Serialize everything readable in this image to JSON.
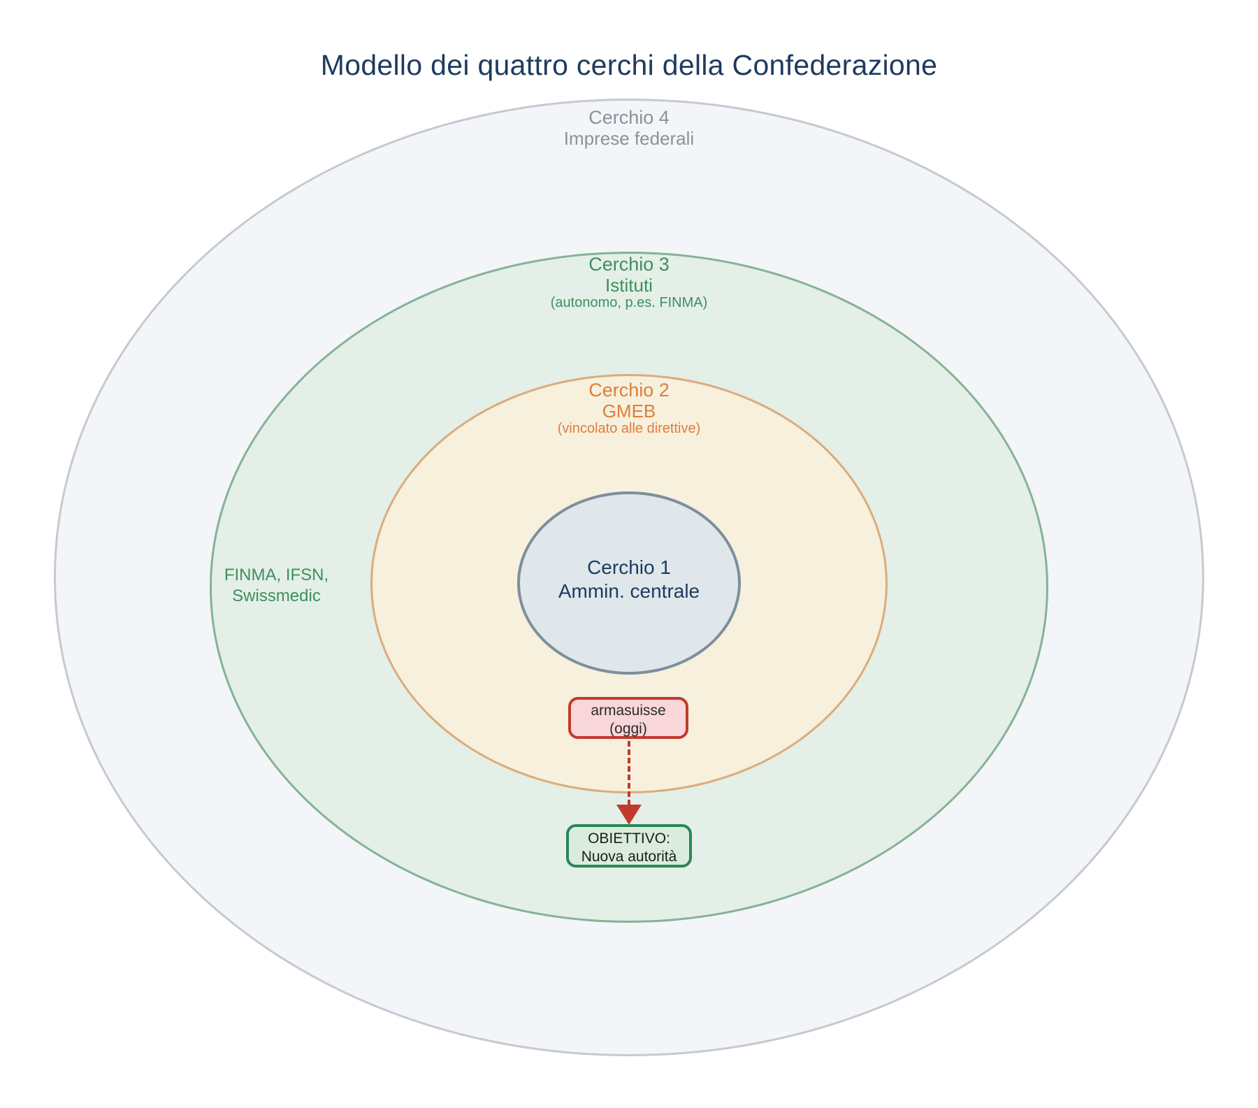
{
  "title": "Modello dei quattro cerchi della Confederazione",
  "circles": {
    "c4": {
      "name": "Cerchio 4",
      "descriptor": "Imprese federali"
    },
    "c3": {
      "name": "Cerchio 3",
      "descriptor": "Istituti",
      "note": "(autonomo, p.es. FINMA)"
    },
    "c2": {
      "name": "Cerchio 2",
      "descriptor": "GMEB",
      "note": "(vincolato alle direttive)"
    },
    "c1": {
      "name": "Cerchio 1",
      "descriptor": "Ammin. centrale"
    }
  },
  "annotations": {
    "circle3_members_line1": "FINMA, IFSN,",
    "circle3_members_line2": "Swissmedic"
  },
  "callouts": {
    "current_line1": "armasuisse",
    "current_line2": "(oggi)",
    "objective_line1": "OBIETTIVO:",
    "objective_line2": "Nuova autorità"
  },
  "colors": {
    "title_text": "#1e3a5f",
    "c4_fill": "#f3f5f8",
    "c4_border": "#c5cad1",
    "c4_text": "#8a929c",
    "c3_fill": "#e3efe7",
    "c3_border": "#85b296",
    "c3_text": "#3e8f60",
    "c2_fill": "#f6f0dd",
    "c2_border": "#dcab7b",
    "c2_text": "#e17c3b",
    "c1_fill": "#dfe7eb",
    "c1_border": "#7e8e9d",
    "c1_text": "#1d3a5f",
    "arma_fill": "#f8d6da",
    "arma_border": "#c23a2d",
    "arma_text": "#2b2b2b",
    "obj_fill": "#d9ecdd",
    "obj_border": "#2a8659",
    "obj_text": "#1c1c1c",
    "arrow": "#c23a2d",
    "background": "#ffffff"
  }
}
